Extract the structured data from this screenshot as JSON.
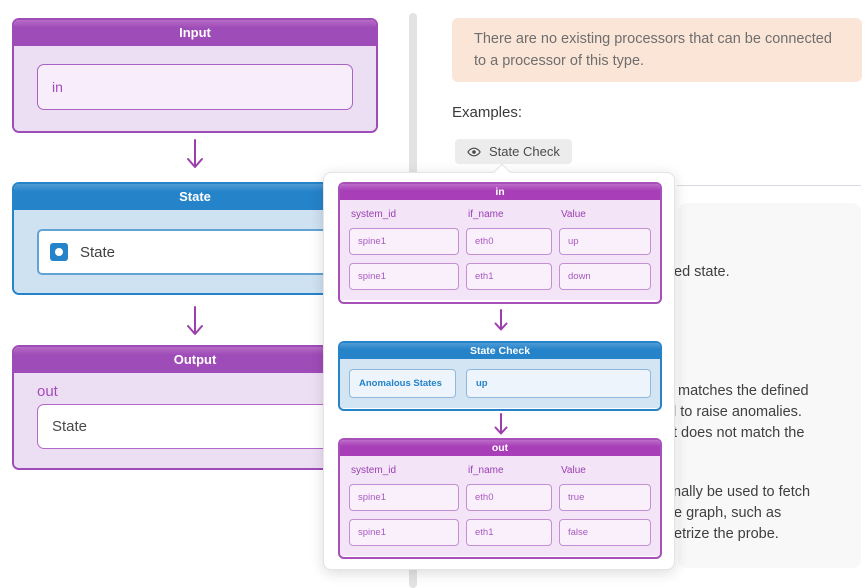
{
  "flow": {
    "input_box": {
      "title": "Input",
      "field_value": "in"
    },
    "state_box": {
      "title": "State",
      "field_value": "State"
    },
    "output_box": {
      "title": "Output",
      "port_label": "out",
      "field_value": "State"
    }
  },
  "notice": {
    "text": "There are no existing processors that can be connected to a processor of this type."
  },
  "examples": {
    "heading": "Examples:",
    "button_label": "State Check"
  },
  "popup": {
    "in_table": {
      "title": "in",
      "columns": [
        "system_id",
        "if_name",
        "Value"
      ],
      "rows": [
        [
          "spine1",
          "eth0",
          "up"
        ],
        [
          "spine1",
          "eth1",
          "down"
        ]
      ]
    },
    "processor": {
      "title": "State Check",
      "param_label": "Anomalous States",
      "param_value": "up"
    },
    "out_table": {
      "title": "out",
      "columns": [
        "system_id",
        "if_name",
        "Value"
      ],
      "rows": [
        [
          "spine1",
          "eth0",
          "true"
        ],
        [
          "spine1",
          "eth1",
          "false"
        ]
      ]
    }
  },
  "doc_fragments": {
    "lines": [
      "ed state.",
      "matches the defined",
      "l to raise anomalies.",
      "t does not match the",
      "nally be used to fetch",
      "e graph, such as",
      "etrize the probe."
    ]
  },
  "icons": {
    "eye": "eye-icon",
    "arrow": "down-arrow-icon"
  },
  "colors": {
    "purple": "#9e4cb8",
    "blue": "#2583c9",
    "notice_bg": "#fbe5d7",
    "arrow": "#9b3fad"
  }
}
